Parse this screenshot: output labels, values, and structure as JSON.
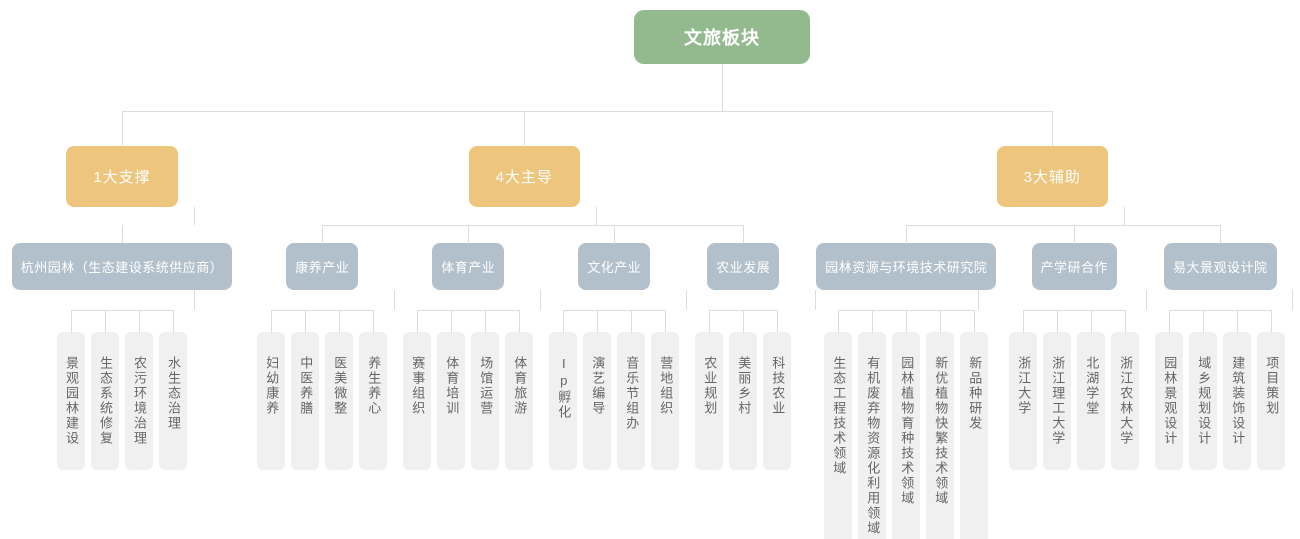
{
  "palette": {
    "root_bg": "#93ba8f",
    "branch_bg": "#eec57d",
    "sub_bg": "#b1c0cb",
    "leaf_bg": "#f0f0f0",
    "leaf_text": "#666666",
    "node_text": "#ffffff",
    "connector_line": "#dcdcdc"
  },
  "root": {
    "label": "文旅板块"
  },
  "branches": [
    {
      "label": "1大支撑",
      "children": [
        {
          "label": "杭州园林（生态建设系统供应商）",
          "leaves": [
            "景观园林建设",
            "生态系统修复",
            "农污环境治理",
            "水生态治理"
          ]
        }
      ]
    },
    {
      "label": "4大主导",
      "children": [
        {
          "label": "康养产业",
          "leaves": [
            "妇幼康养",
            "中医养膳",
            "医美微整",
            "养生养心"
          ]
        },
        {
          "label": "体育产业",
          "leaves": [
            "赛事组织",
            "体育培训",
            "场馆运营",
            "体育旅游"
          ]
        },
        {
          "label": "文化产业",
          "leaves": [
            "Ip孵化",
            "演艺编导",
            "音乐节组办",
            "营地组织"
          ]
        },
        {
          "label": "农业发展",
          "leaves": [
            "农业规划",
            "美丽乡村",
            "科技农业"
          ]
        }
      ]
    },
    {
      "label": "3大辅助",
      "children": [
        {
          "label": "园林资源与环境技术研究院",
          "leaves": [
            "生态工程技术领域",
            "有机废弃物资源化利用领域",
            "园林植物育种技术领域",
            "新优植物快繁技术领域",
            "新品种研发"
          ]
        },
        {
          "label": "产学研合作",
          "leaves": [
            "浙江大学",
            "浙江理工大学",
            "北湖学堂",
            "浙江农林大学"
          ]
        },
        {
          "label": "易大景观设计院",
          "leaves": [
            "园林景观设计",
            "域乡规划设计",
            "建筑装饰设计",
            "项目策划"
          ]
        }
      ]
    }
  ]
}
